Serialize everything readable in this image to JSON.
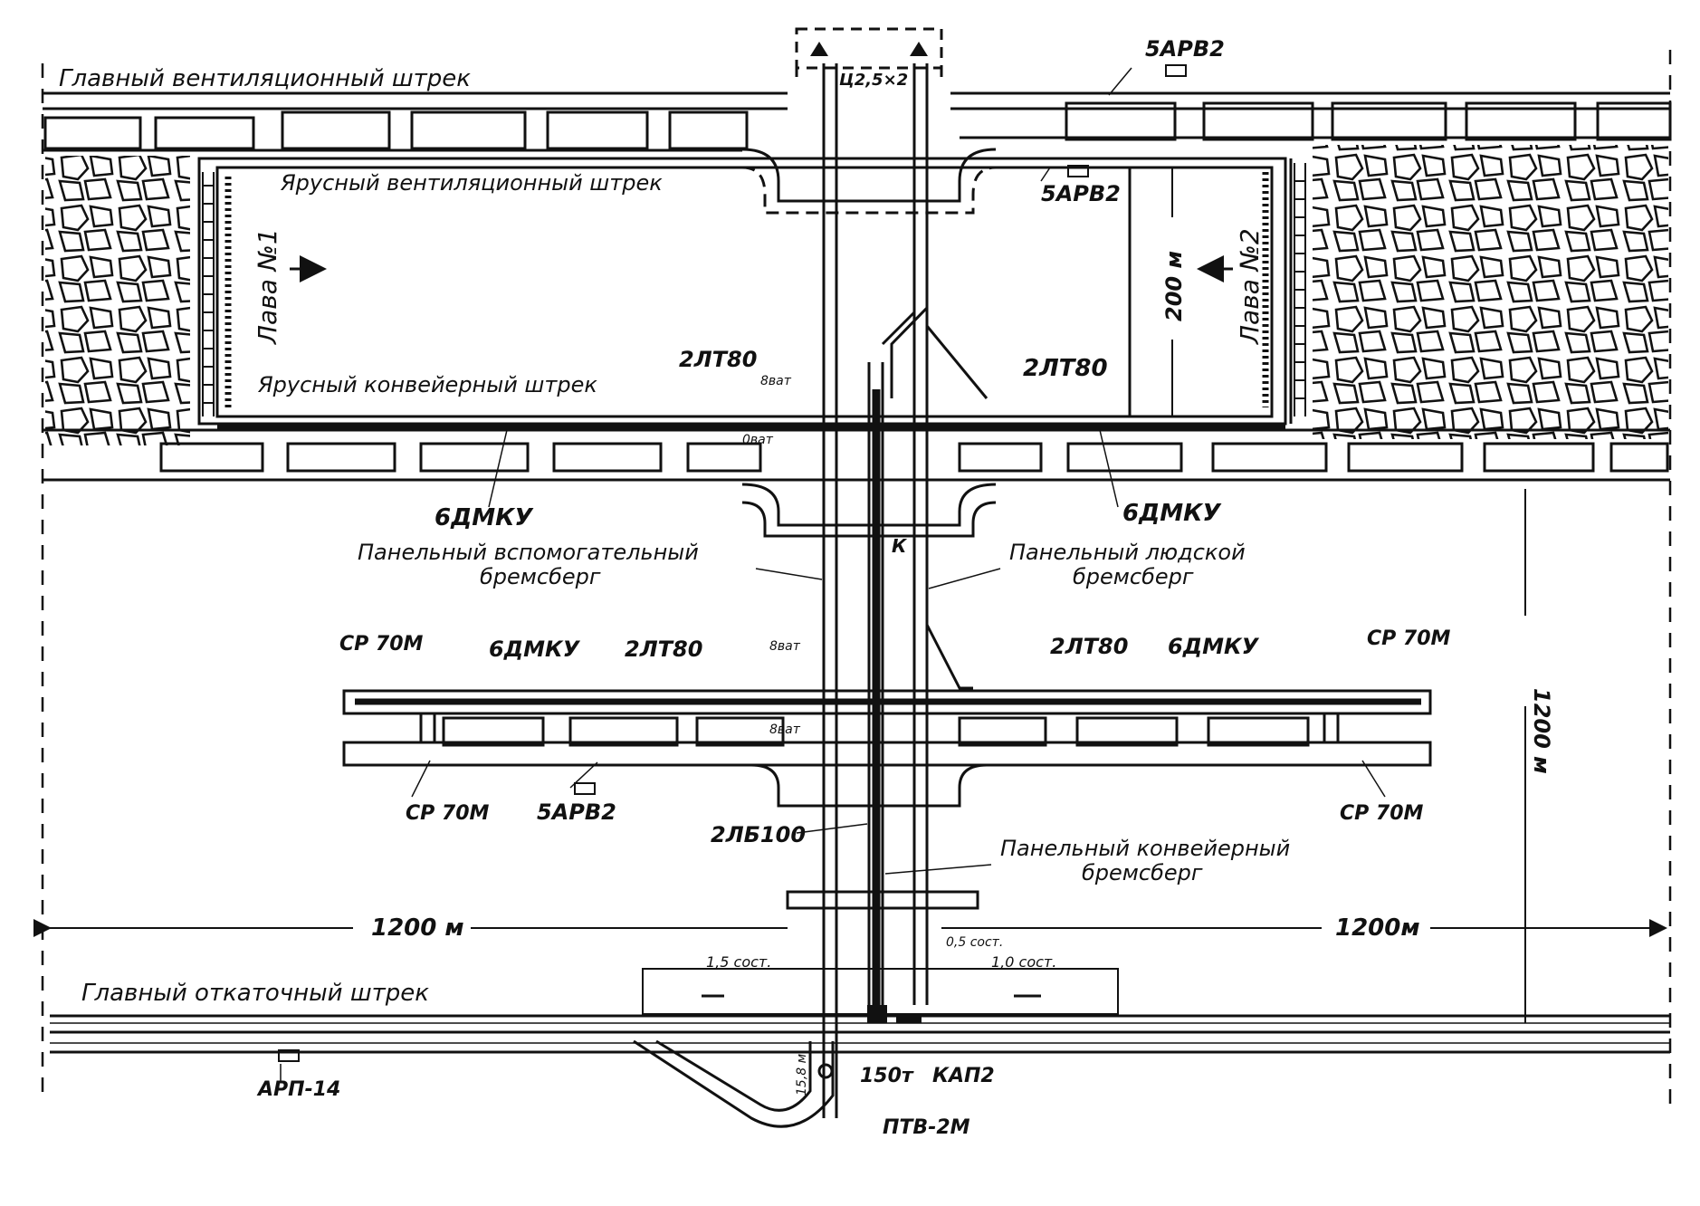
{
  "colors": {
    "ink": "#111111",
    "paper": "#ffffff"
  },
  "labels": {
    "main_vent_drift": "Главный вентиляционный штрек",
    "tier_vent_drift": "Ярусный вентиляционный штрек",
    "tier_conveyor_drift": "Ярусный конвейерный штрек",
    "face_1": "Лава №1",
    "face_2": "Лава №2",
    "face_length": "200 м",
    "fan_top": "5АРВ2",
    "fan_face2": "5АРВ2",
    "fan_mid": "5АРВ2",
    "skip_top": "Ц2,5×2",
    "conveyor_2lt80_l": "2ЛТ80",
    "conveyor_2lt80_r": "2ЛТ80",
    "conveyor_2lt80_ml": "2ЛТ80",
    "conveyor_2lt80_mr": "2ЛТ80",
    "door_tl": "8ват",
    "door_bl": "0ват",
    "door_ml1": "8ват",
    "door_ml2": "8ват",
    "pump_l": "6ДМКУ",
    "pump_r": "6ДМКУ",
    "pump_ml": "6ДМКУ",
    "pump_mr": "6ДМКУ",
    "aux_brake_l1": "Панельный вспомогательный",
    "aux_brake_l2": "бремсберг",
    "people_brake_l1": "Панельный людской",
    "people_brake_l2": "бремсберг",
    "conv_brake_l1": "Панельный конвейерный",
    "conv_brake_l2": "бремсберг",
    "sr70_tl": "СР 70М",
    "sr70_tr": "СР 70М",
    "sr70_bl": "СР 70М",
    "sr70_br": "СР 70М",
    "lb100": "2ЛБ100",
    "dim_left": "1200 м",
    "dim_right": "1200м",
    "dim_vertical": "1200 м",
    "main_haul_drift": "Главный откаточный штрек",
    "train_l": "1,5 сост.",
    "train_r1": "0,5 сост.",
    "train_r2": "1,0 сост.",
    "arp": "АРП-14",
    "loader": "150т",
    "kap": "КАП2",
    "ptv": "ПТВ-2М",
    "ramp": "15,8 м",
    "k_sign": "К"
  }
}
